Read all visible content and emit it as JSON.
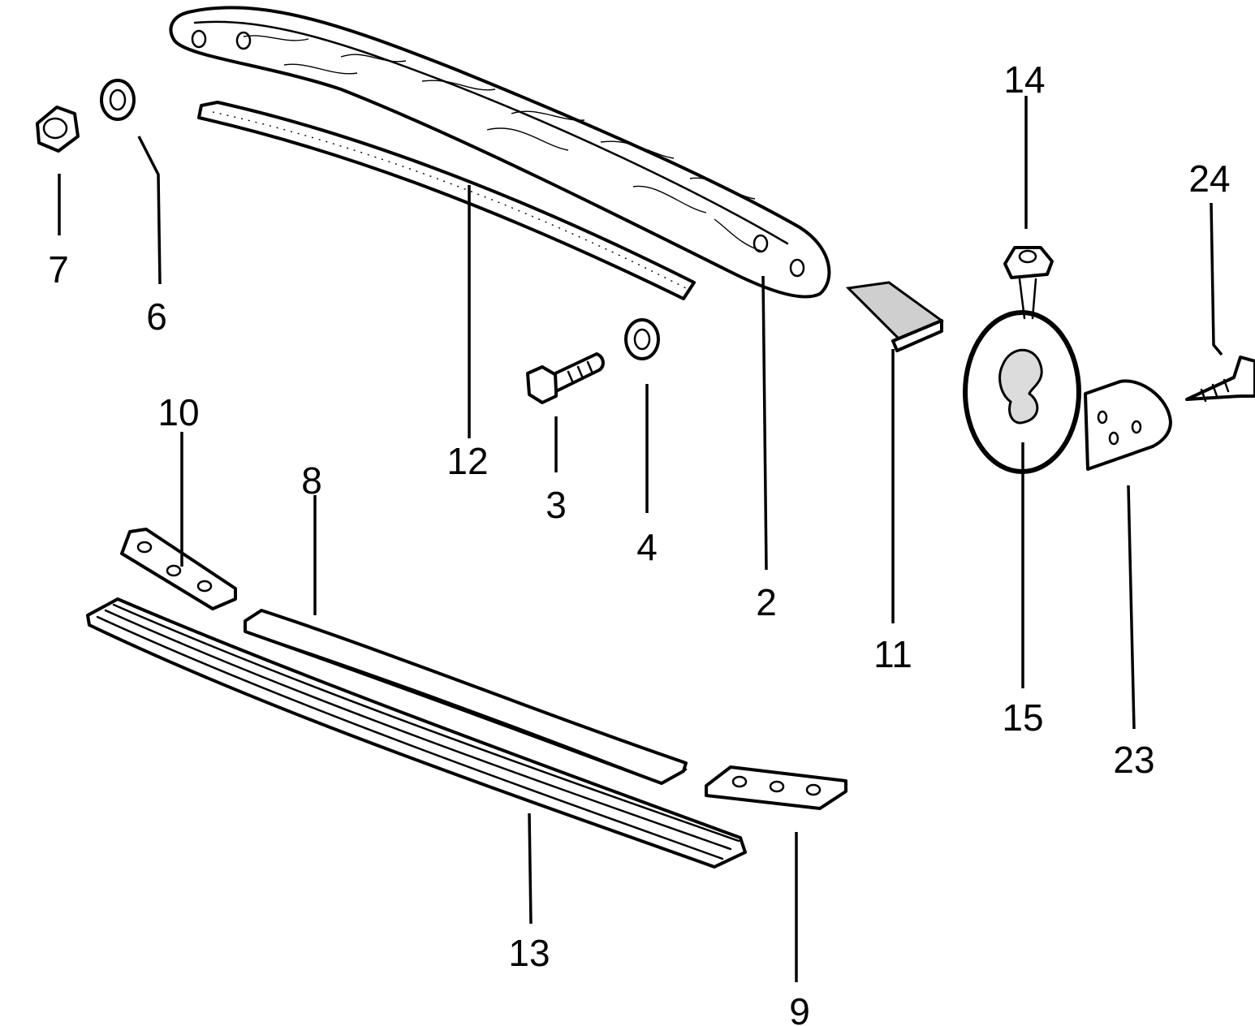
{
  "callouts": {
    "c2": "2",
    "c3": "3",
    "c4": "4",
    "c6": "6",
    "c7": "7",
    "c8": "8",
    "c9": "9",
    "c10": "10",
    "c11": "11",
    "c12": "12",
    "c13": "13",
    "c14": "14",
    "c15": "15",
    "c23": "23",
    "c24": "24"
  },
  "colors": {
    "ink": "#000000",
    "paper": "#ffffff",
    "foam": "#cfcfcf"
  }
}
